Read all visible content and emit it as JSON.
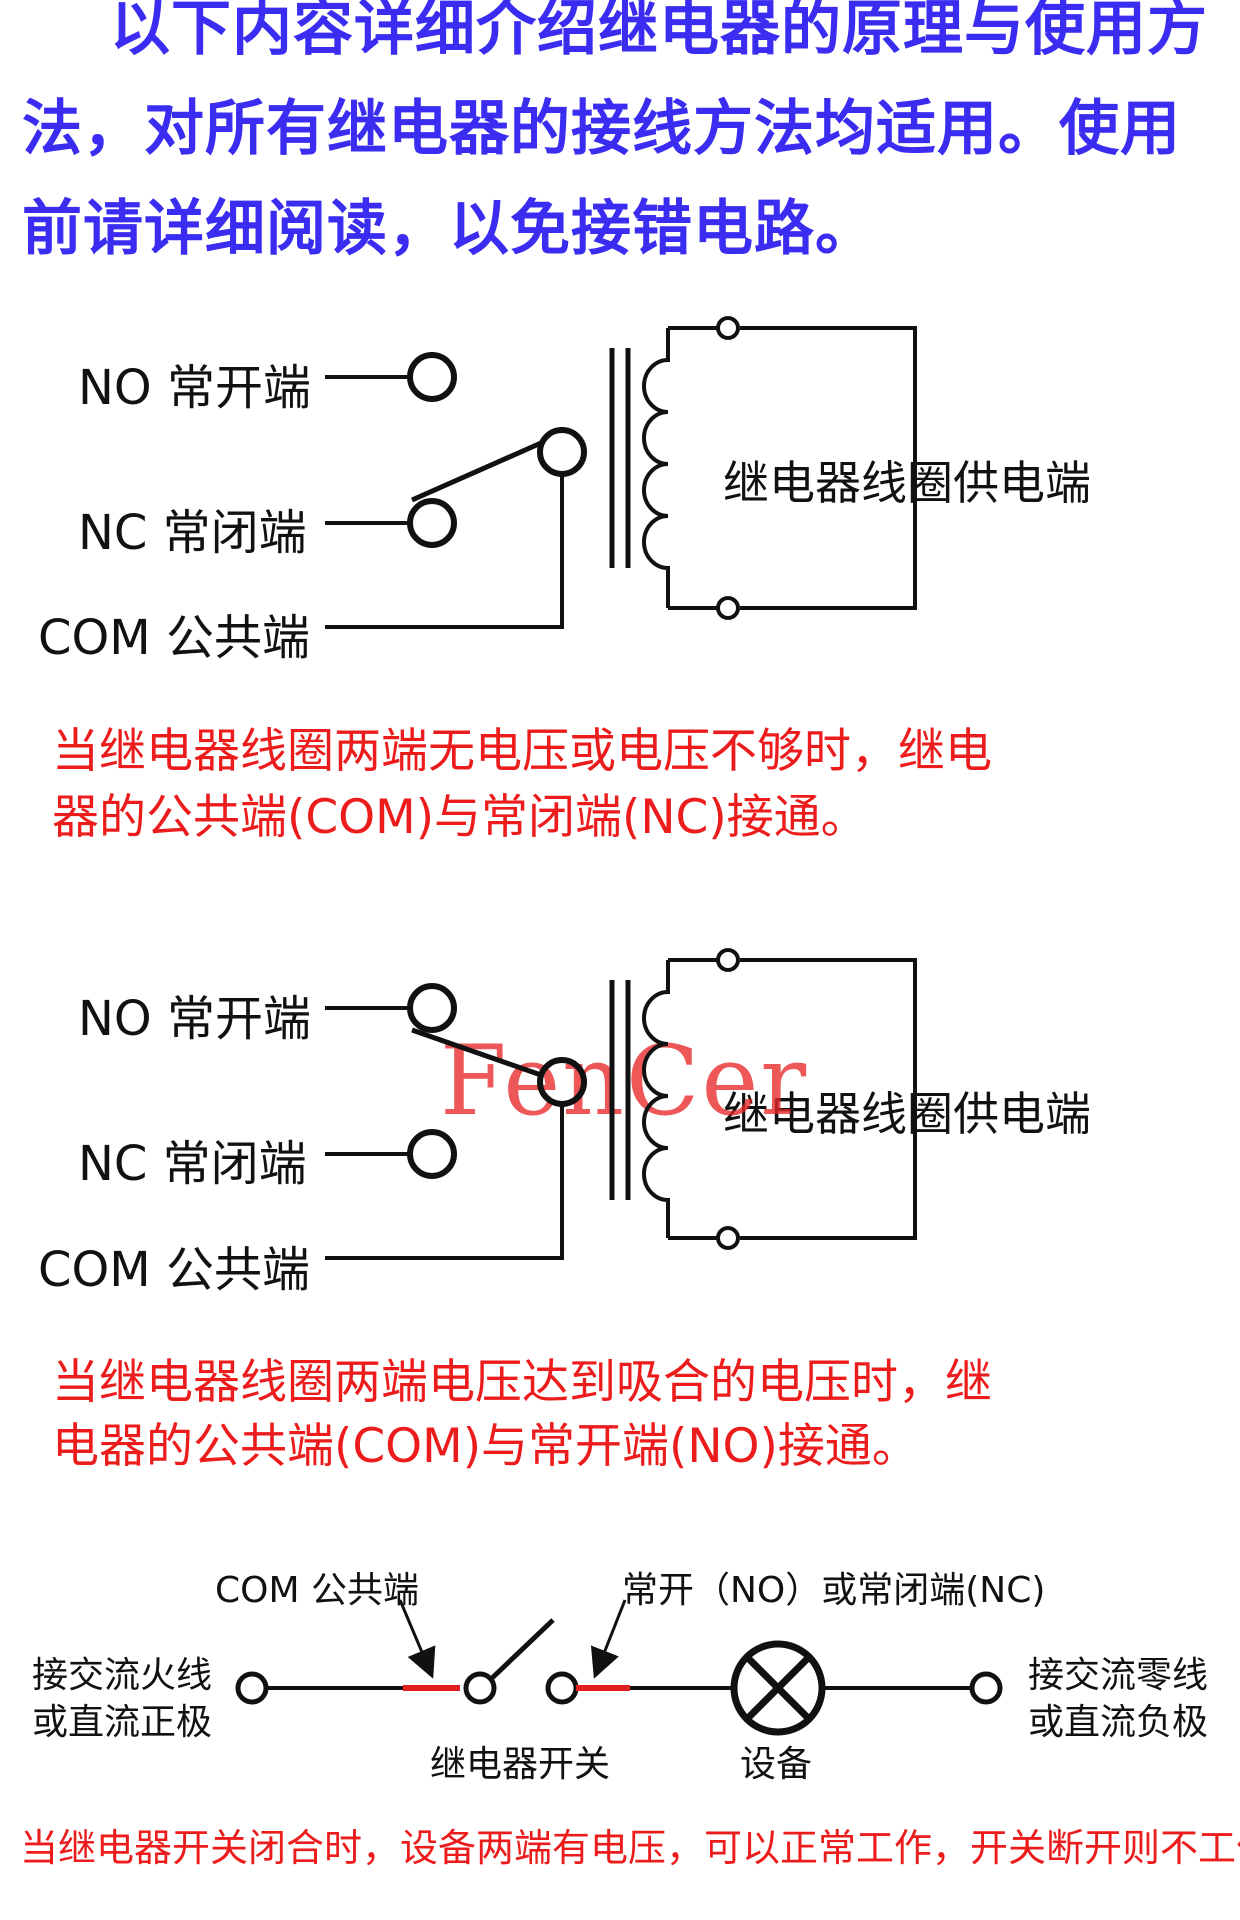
{
  "intro": {
    "line1": "以下内容详细介绍继电器的原理与使用方",
    "line2": "法，对所有继电器的接线方法均适用。使用",
    "line3": "前请详细阅读，以免接错电路。"
  },
  "diagram1": {
    "labels": {
      "no": "NO 常开端",
      "nc": "NC 常闭端",
      "com": "COM 公共端",
      "coil": "继电器线圈供电端"
    },
    "note_line1": "当继电器线圈两端无电压或电压不够时，继电",
    "note_line2": "器的公共端(COM)与常闭端(NC)接通。"
  },
  "diagram2": {
    "labels": {
      "no": "NO 常开端",
      "nc": "NC 常闭端",
      "com": "COM 公共端",
      "coil": "继电器线圈供电端"
    },
    "note_line1": "当继电器线圈两端电压达到吸合的电压时，继",
    "note_line2": "电器的公共端(COM)与常开端(NO)接通。"
  },
  "wiring": {
    "com_label": "COM 公共端",
    "no_nc_label": "常开（NO）或常闭端(NC)",
    "left_line1": "接交流火线",
    "left_line2": "或直流正极",
    "right_line1": "接交流零线",
    "right_line2": "或直流负极",
    "switch_label": "继电器开关",
    "device_label": "设备",
    "note": "当继电器开关闭合时，设备两端有电压，可以正常工作，开关断开则不工作"
  },
  "watermark": "FenCer",
  "colors": {
    "intro": "#3a2cf0",
    "note": "#ec1c1c",
    "line": "#111111",
    "terminal_red": "#e02020"
  }
}
